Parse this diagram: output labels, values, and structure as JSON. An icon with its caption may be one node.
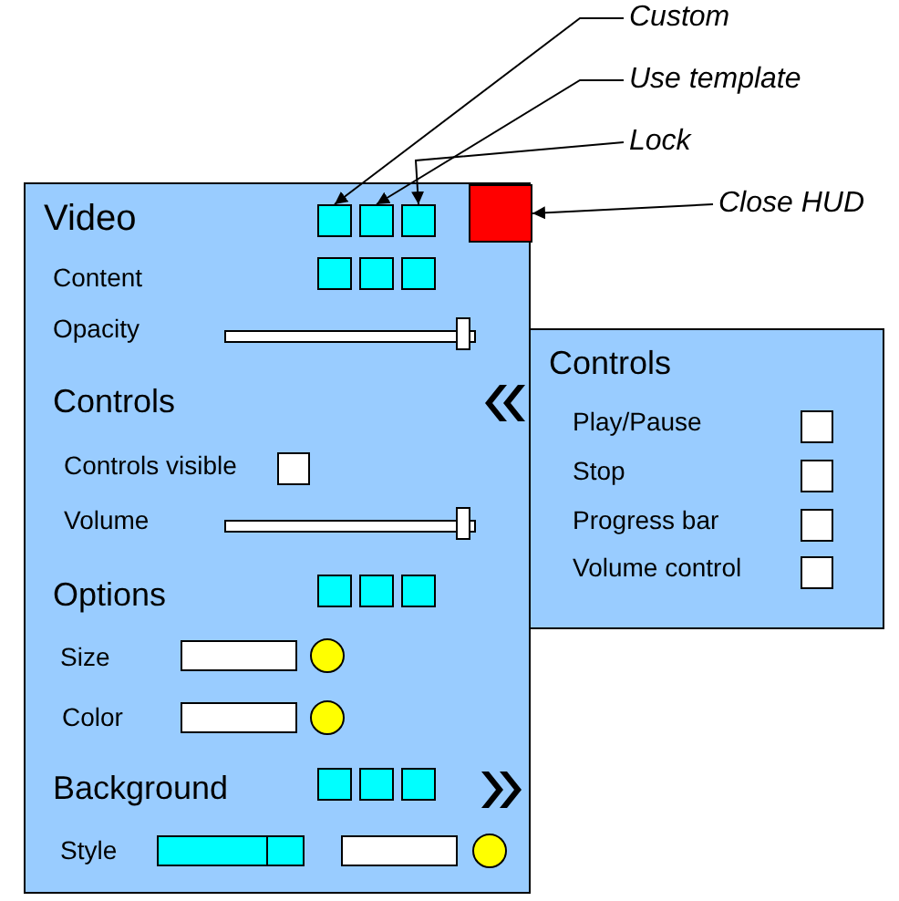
{
  "diagram": {
    "nodes": [
      {
        "text": [
          "Custom"
        ]
      },
      {
        "text": [
          "Use template"
        ]
      },
      {
        "text": [
          "Lock"
        ]
      },
      {
        "text": [
          "Close HUD"
        ]
      },
      {
        "text": [
          "Video"
        ]
      },
      {
        "text": [],
        "shape": "box",
        "in": 4
      },
      {
        "text": [],
        "shape": "box",
        "in": 4
      },
      {
        "text": [],
        "shape": "box",
        "in": 4
      },
      {
        "text": [],
        "shape": "box",
        "in": 4
      },
      {
        "text": [
          "Controls"
        ]
      },
      {
        "text": [],
        "shape": "box",
        "in": 4
      },
      {
        "text": [],
        "shape": "box",
        "in": 4
      },
      {
        "text": [],
        "shape": "box",
        "in": 4
      },
      {
        "text": [],
        "shape": "box",
        "in": 4
      },
      {
        "text": [],
        "shape": "box",
        "in": 4
      },
      {
        "text": [],
        "shape": "box",
        "in": 4
      },
      {
        "text": [],
        "shape": "box",
        "in": 4
      },
      {
        "text": [],
        "shape": "box",
        "in": 4
      },
      {
        "text": [],
        "shape": "box",
        "in": 4
      }
    ],
    "edges": [
      {
        "from": 0,
        "to": 5,
        "arrow": "to"
      },
      {
        "from": 1,
        "to": 6,
        "arrow": "to"
      },
      {
        "from": 2,
        "to": 7,
        "arrow": "to"
      },
      {
        "from": 3,
        "to": 8,
        "arrow": "to"
      }
    ],
    "labels": [
      "Content",
      "Opacity",
      "Controls",
      "Controls visible",
      "Volume",
      "Options",
      "Size",
      "Color",
      "Background",
      "Style",
      "Play/Pause",
      "Stop",
      "Progress bar",
      "Volume control"
    ]
  }
}
